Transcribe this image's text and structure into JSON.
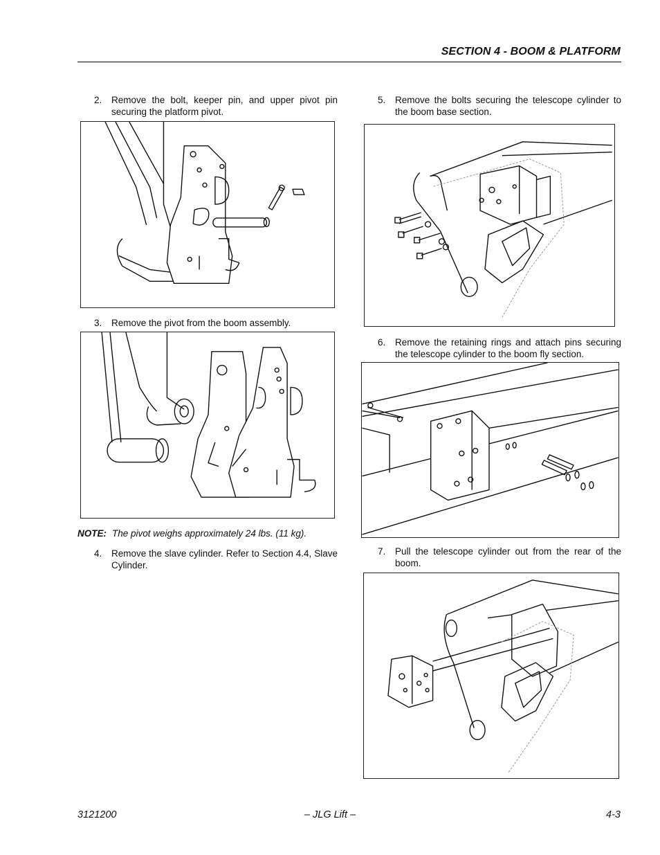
{
  "header": {
    "section_title": "SECTION 4 - BOOM & PLATFORM"
  },
  "steps": [
    {
      "num": "2.",
      "text": "Remove the bolt, keeper pin, and upper pivot pin securing the platform pivot."
    },
    {
      "num": "3.",
      "text": "Remove the pivot from the boom assembly."
    },
    {
      "num": "4.",
      "text": "Remove the slave cylinder. Refer to Section 4.4, Slave Cylinder."
    },
    {
      "num": "5.",
      "text": "Remove the bolts securing the telescope cylinder to the boom base section."
    },
    {
      "num": "6.",
      "text": "Remove the retaining rings and attach pins securing the telescope cylinder to the boom fly section."
    },
    {
      "num": "7.",
      "text": "Pull the telescope cylinder out from the rear of the boom."
    }
  ],
  "note": {
    "label": "NOTE:",
    "text": "The pivot weighs approximately 24 lbs. (11 kg)."
  },
  "footer": {
    "doc_number": "3121200",
    "center": "– JLG Lift –",
    "page": "4-3"
  }
}
